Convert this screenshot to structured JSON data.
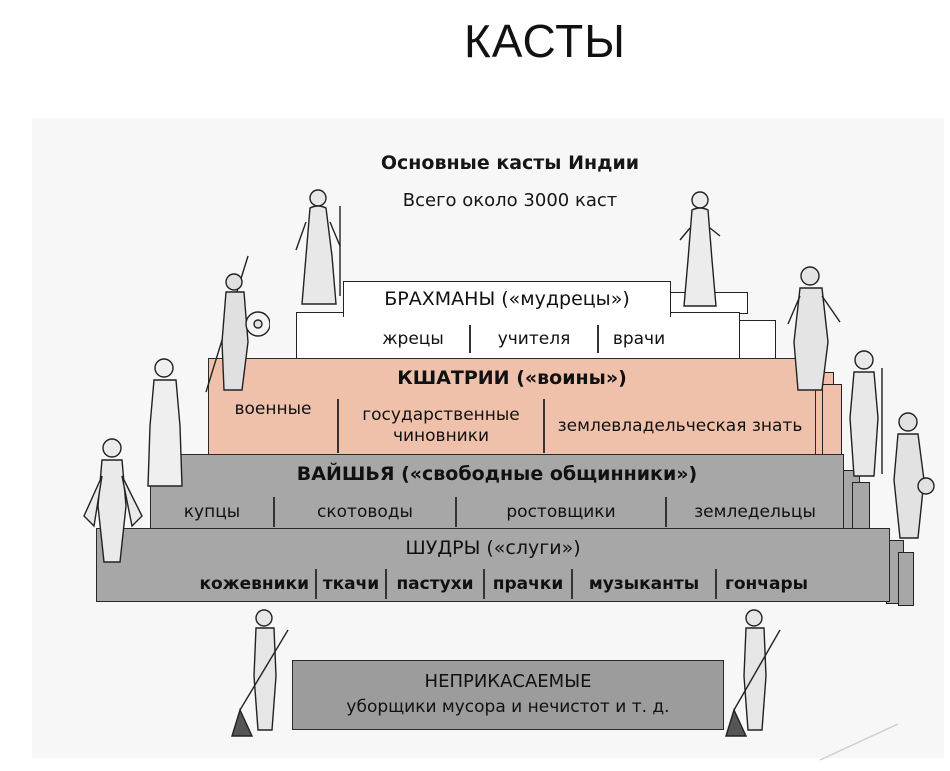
{
  "slide": {
    "title": "КАСТЫ"
  },
  "diagram": {
    "heading": "Основные касты Индии",
    "subheading": "Всего около 3000 каст",
    "tiers": [
      {
        "title": "БРАХМАНЫ («мудрецы»)",
        "color": "#ffffff",
        "members": [
          "жрецы",
          "учителя",
          "врачи"
        ]
      },
      {
        "title": "КШАТРИИ («воины»)",
        "color": "#efc0aa",
        "members": [
          "военные",
          "государственные чиновники",
          "землевладельческая знать"
        ]
      },
      {
        "title": "ВАЙШЬЯ («свободные общинники»)",
        "color": "#a7a7a7",
        "members": [
          "купцы",
          "скотоводы",
          "ростовщики",
          "земледельцы"
        ]
      },
      {
        "title": "ШУДРЫ («слуги»)",
        "color": "#a7a7a7",
        "members": [
          "кожевники",
          "ткачи",
          "пастухи",
          "прачки",
          "музыканты",
          "гончары"
        ]
      }
    ],
    "outcasts": {
      "title": "НЕПРИКАСАЕМЫЕ",
      "description": "уборщики мусора и нечистот и т. д."
    }
  }
}
